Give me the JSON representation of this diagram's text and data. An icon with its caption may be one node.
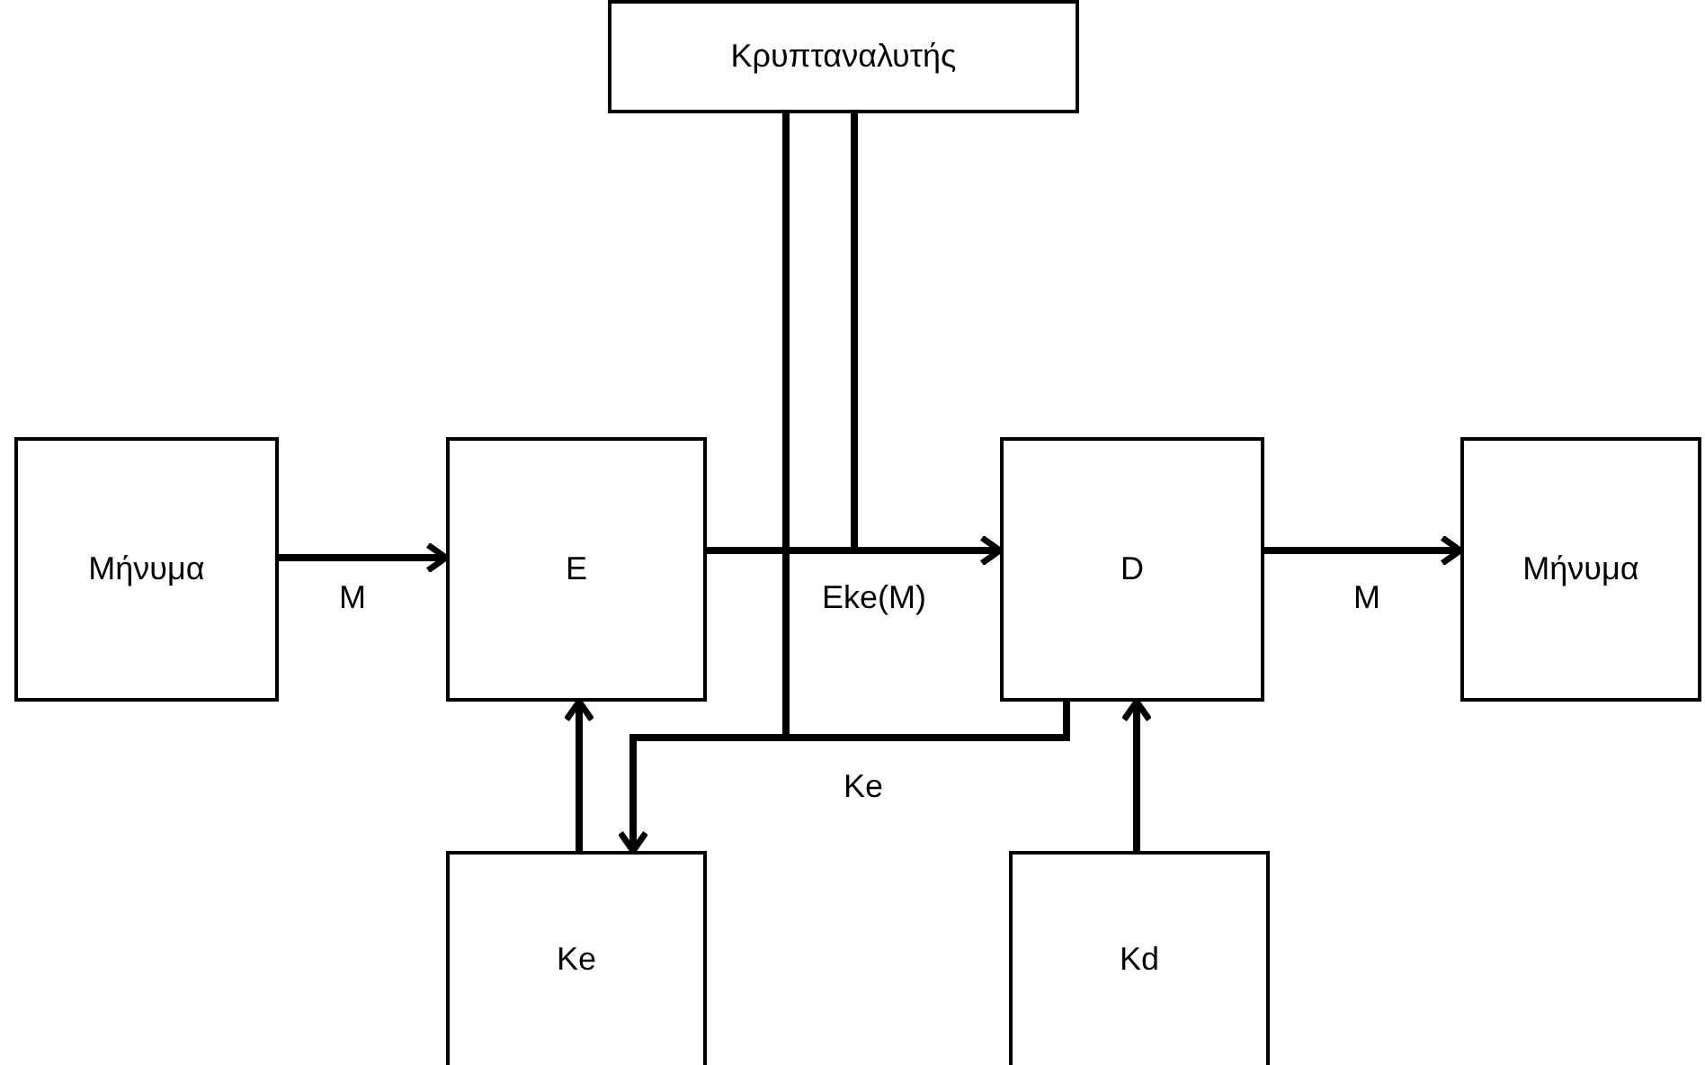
{
  "diagram": {
    "nodes": [
      {
        "text": [
          "Κρυπταναλυτής"
        ]
      },
      {
        "text": [
          "Μήνυμα"
        ]
      },
      {
        "text": [
          "E"
        ]
      },
      {
        "text": [
          "D"
        ]
      },
      {
        "text": [
          "Μήνυμα"
        ]
      },
      {
        "text": [
          "Ke"
        ]
      },
      {
        "text": [
          "Kd"
        ]
      }
    ],
    "edges": [
      {
        "from": 1,
        "to": 2,
        "arrow": "to",
        "label": "M"
      },
      {
        "from": 2,
        "to": 3,
        "arrow": "to",
        "label": "Eke(M)"
      },
      {
        "from": 3,
        "to": 4,
        "arrow": "to",
        "label": "M"
      },
      {
        "from": 5,
        "to": 2,
        "arrow": "to"
      },
      {
        "from": 6,
        "to": 3,
        "arrow": "to"
      },
      {
        "from": 3,
        "to": 5,
        "arrow": "to",
        "label": "Ke"
      },
      {
        "from": 0,
        "to": null,
        "arrow": "none"
      },
      {
        "from": 0,
        "to": null,
        "arrow": "none"
      }
    ]
  }
}
